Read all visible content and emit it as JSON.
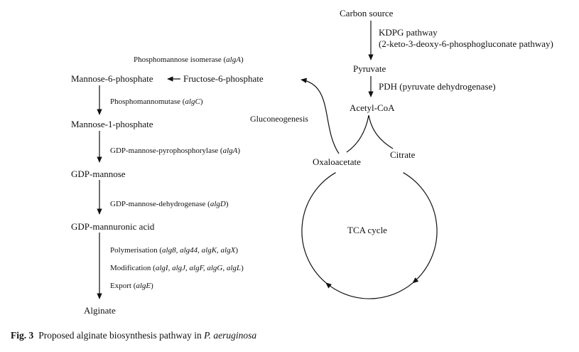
{
  "figure": {
    "caption": {
      "label": "Fig. 3",
      "text": "Proposed alginate biosynthesis pathway in ",
      "species": "P. aeruginosa"
    }
  },
  "left_pathway": {
    "nodes": {
      "m6p": "Mannose-6-phosphate",
      "f6p": "Fructose-6-phosphate",
      "m1p": "Mannose-1-phosphate",
      "gdp_mannose": "GDP-mannose",
      "gdp_mannuronic": "GDP-mannuronic acid",
      "alginate": "Alginate"
    },
    "enzymes": {
      "pmi": {
        "pre": "Phosphomannose isomerase (",
        "gene": "algA",
        "post": ")"
      },
      "pmm": {
        "pre": "Phosphomannomutase (",
        "gene": "algC",
        "post": ")"
      },
      "gmp": {
        "pre": "GDP-mannose-pyrophosphorylase (",
        "gene": "algA",
        "post": ")"
      },
      "gmd": {
        "pre": "GDP-mannose-dehydrogenase (",
        "gene": "algD",
        "post": ")"
      },
      "poly": {
        "pre": "Polymerisation (",
        "gene": "alg8, alg44, algK, algX",
        "post": ")"
      },
      "mod": {
        "pre": "Modification (",
        "gene": "algI, algJ, algF, algG, algL",
        "post": ")"
      },
      "export": {
        "pre": "Export (",
        "gene": "algE",
        "post": ")"
      }
    }
  },
  "right_pathway": {
    "nodes": {
      "carbon_source": "Carbon source",
      "pyruvate": "Pyruvate",
      "acetyl_coa": "Acetyl-CoA",
      "oxaloacetate": "Oxaloacetate",
      "citrate": "Citrate",
      "tca_cycle": "TCA cycle"
    },
    "labels": {
      "kdpg_line1": "KDPG pathway",
      "kdpg_line2": "(2-keto-3-deoxy-6-phosphogluconate pathway)",
      "pdh": "PDH (pyruvate dehydrogenase)",
      "gluconeogenesis": "Gluconeogenesis"
    }
  },
  "edges": [
    {
      "from": "Carbon source",
      "to": "Pyruvate",
      "via": "KDPG pathway"
    },
    {
      "from": "Pyruvate",
      "to": "Acetyl-CoA",
      "via": "PDH"
    },
    {
      "from": "Acetyl-CoA",
      "to": "Oxaloacetate / Citrate (TCA cycle)"
    },
    {
      "from": "Oxaloacetate",
      "to": "Fructose-6-phosphate",
      "via": "Gluconeogenesis"
    },
    {
      "from": "Fructose-6-phosphate",
      "to": "Mannose-6-phosphate",
      "via": "Phosphomannose isomerase (algA)"
    },
    {
      "from": "Mannose-6-phosphate",
      "to": "Mannose-1-phosphate",
      "via": "Phosphomannomutase (algC)"
    },
    {
      "from": "Mannose-1-phosphate",
      "to": "GDP-mannose",
      "via": "GDP-mannose-pyrophosphorylase (algA)"
    },
    {
      "from": "GDP-mannose",
      "to": "GDP-mannuronic acid",
      "via": "GDP-mannose-dehydrogenase (algD)"
    },
    {
      "from": "GDP-mannuronic acid",
      "to": "Alginate",
      "via": "Polymerisation, Modification, Export"
    }
  ]
}
